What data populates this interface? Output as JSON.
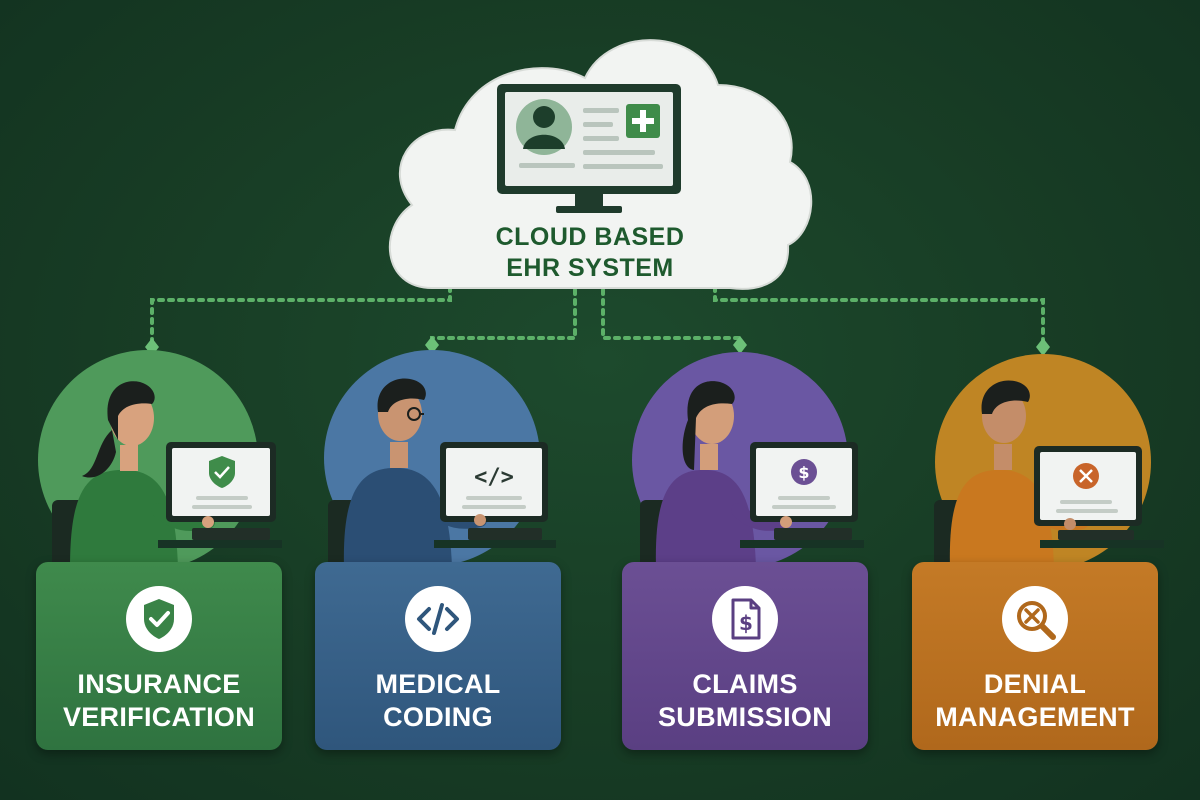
{
  "cloud": {
    "title_line1": "CLOUD BASED",
    "title_line2": "EHR SYSTEM",
    "screen_icons": [
      "user-avatar-icon",
      "medical-plus-icon"
    ]
  },
  "roles": [
    {
      "line1": "INSURANCE",
      "line2": "VERIFICATION",
      "icon": "shield-check-icon",
      "color": "#3a8347",
      "accent": "#2f7340"
    },
    {
      "line1": "MEDICAL",
      "line2": "CODING",
      "icon": "code-brackets-icon",
      "color": "#3b6690",
      "accent": "#2f567c"
    },
    {
      "line1": "CLAIMS",
      "line2": "SUBMISSION",
      "icon": "dollar-document-icon",
      "color": "#674c90",
      "accent": "#5a3f82"
    },
    {
      "line1": "DENIAL",
      "line2": "MANAGEMENT",
      "icon": "magnify-x-icon",
      "color": "#c0761f",
      "accent": "#b0681c"
    }
  ],
  "colors": {
    "background": "#183f26",
    "connector": "#5cb068",
    "cloud": "#f2f4f2",
    "cloud_text": "#1e5a2e"
  }
}
